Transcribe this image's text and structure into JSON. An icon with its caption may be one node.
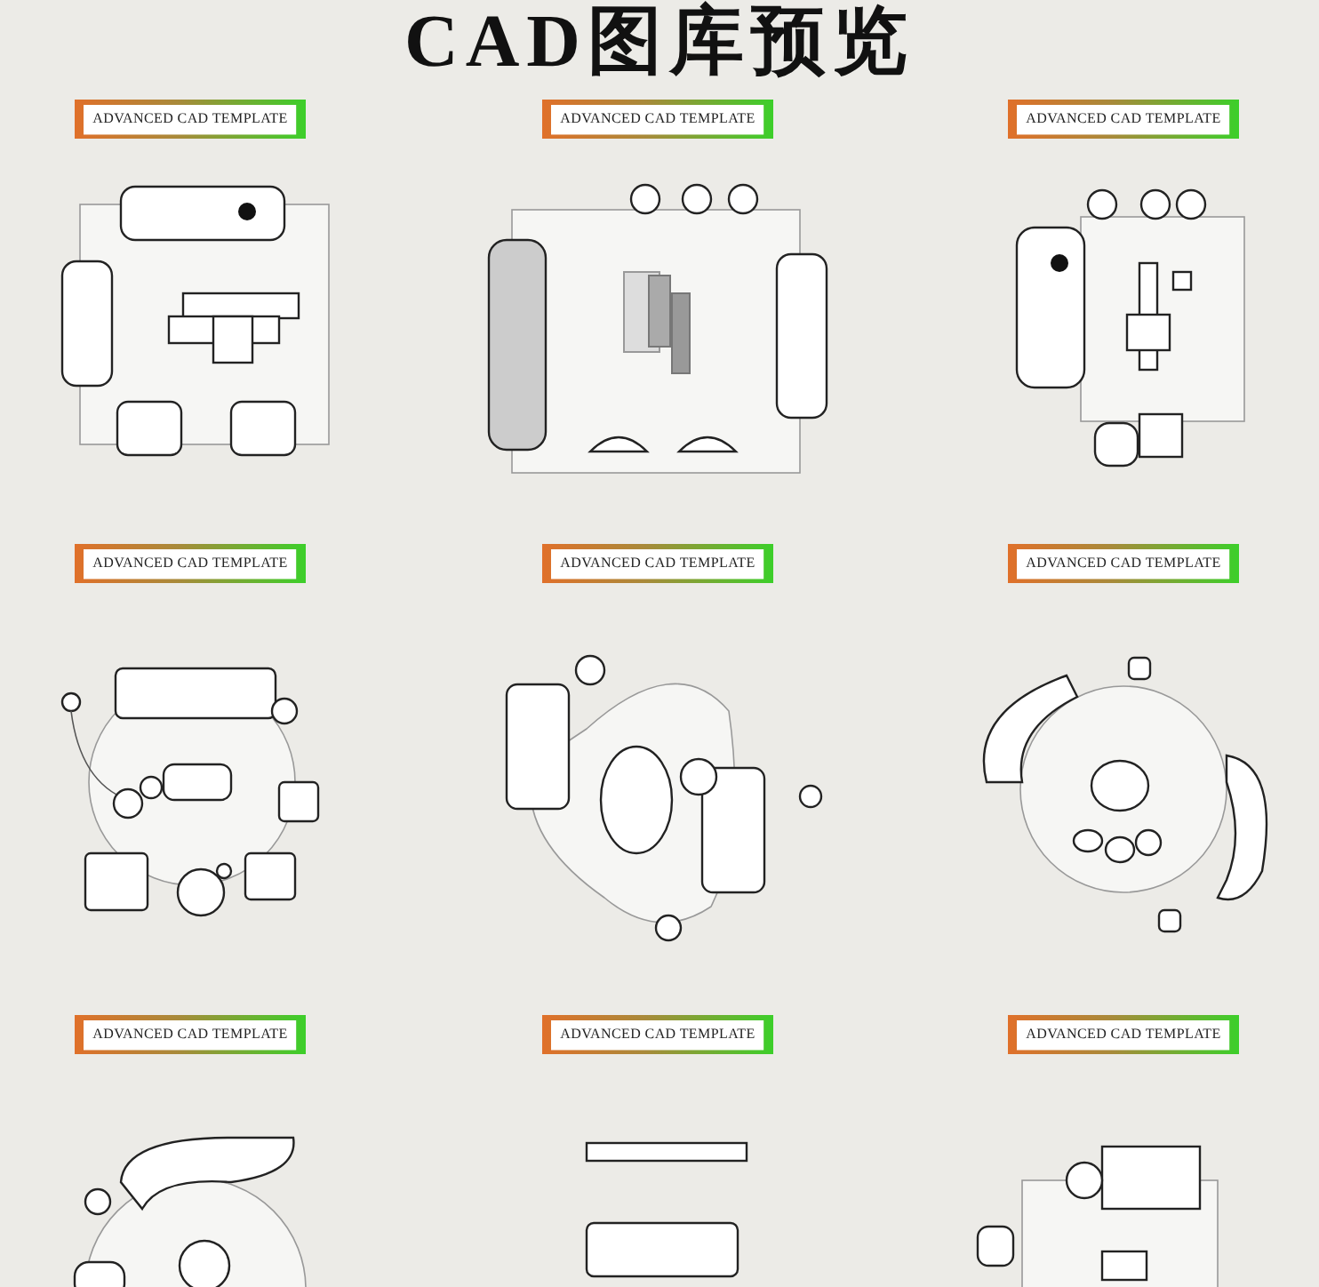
{
  "diagram": {
    "title": "CAD图库预览",
    "nodes": [
      {
        "text": [
          "ADVANCED CAD TEMPLATE"
        ]
      },
      {
        "text": [
          "ADVANCED CAD TEMPLATE"
        ]
      },
      {
        "text": [
          "ADVANCED CAD TEMPLATE"
        ]
      },
      {
        "text": [
          "ADVANCED CAD TEMPLATE"
        ]
      },
      {
        "text": [
          "ADVANCED CAD TEMPLATE"
        ]
      },
      {
        "text": [
          "ADVANCED CAD TEMPLATE"
        ]
      },
      {
        "text": [
          "ADVANCED CAD TEMPLATE"
        ]
      },
      {
        "text": [
          "ADVANCED CAD TEMPLATE"
        ]
      },
      {
        "text": [
          "ADVANCED CAD TEMPLATE"
        ]
      }
    ]
  }
}
